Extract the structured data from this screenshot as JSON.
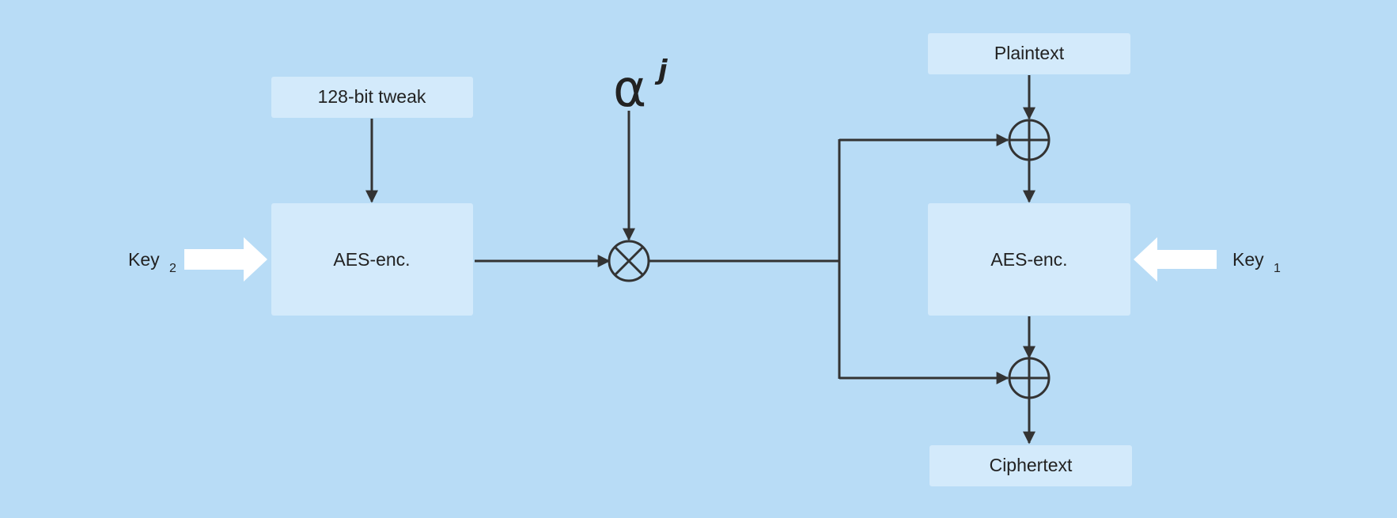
{
  "colors": {
    "background": "#b8dcf6",
    "box_fill": "#d3eafb",
    "line": "#333333",
    "text": "#222222",
    "key_arrow": "#ffffff"
  },
  "nodes": {
    "tweak": {
      "label": "128-bit tweak"
    },
    "aes_left": {
      "label": "AES-enc."
    },
    "aes_right": {
      "label": "AES-enc."
    },
    "plaintext": {
      "label": "Plaintext"
    },
    "ciphertext": {
      "label": "Ciphertext"
    }
  },
  "keys": {
    "key2": {
      "label": "Key",
      "subscript": "2"
    },
    "key1": {
      "label": "Key",
      "subscript": "1"
    }
  },
  "multiplier": {
    "symbol": "α",
    "exponent": "j"
  },
  "operators": {
    "multiply": "multiply-circle",
    "xor": "xor-circle"
  }
}
